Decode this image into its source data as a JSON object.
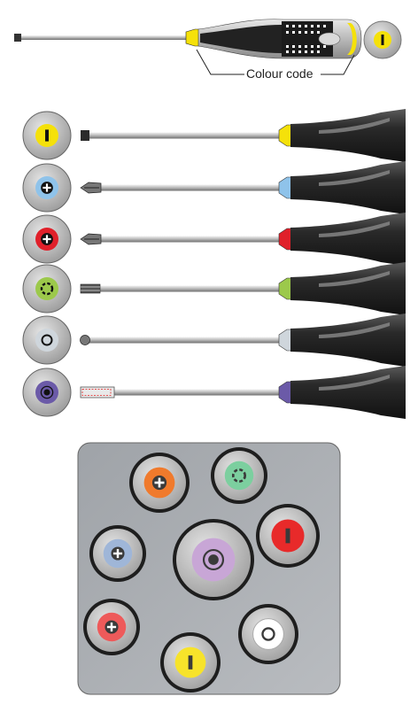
{
  "header": {
    "label": "Colour code",
    "collar_color": "#f5e10a"
  },
  "tools": [
    {
      "tip": "slotted",
      "color": "#f5e10a",
      "icon": "slot-icon"
    },
    {
      "tip": "phillips",
      "color": "#8fc3ea",
      "icon": "phillips-icon"
    },
    {
      "tip": "pozidriv",
      "color": "#e0202a",
      "icon": "pozidriv-icon"
    },
    {
      "tip": "torx",
      "color": "#9cc94b",
      "icon": "torx-icon"
    },
    {
      "tip": "hex-ball",
      "color": "#cfd6dc",
      "icon": "hex-icon"
    },
    {
      "tip": "nut-driver",
      "color": "#6b5aa8",
      "icon": "socket-icon"
    }
  ],
  "photo": {
    "caps": [
      {
        "color": "#f07a2c",
        "icon": "phillips-icon"
      },
      {
        "color": "#7ccf9f",
        "icon": "torx-icon"
      },
      {
        "color": "#e82a2a",
        "icon": "slot-icon"
      },
      {
        "color": "#9fb6d8",
        "icon": "phillips-icon"
      },
      {
        "color": "#c8a6d6",
        "icon": "socket-icon"
      },
      {
        "color": "#ee5a5a",
        "icon": "pozidriv-icon"
      },
      {
        "color": "#f7e32a",
        "icon": "slot-icon"
      },
      {
        "color": "#ffffff",
        "icon": "hex-icon"
      }
    ]
  }
}
